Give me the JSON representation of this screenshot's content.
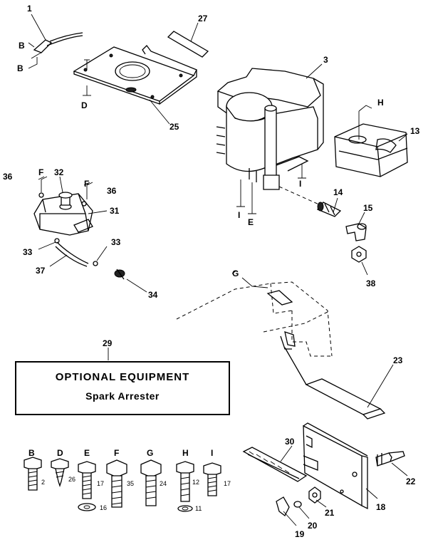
{
  "callouts": [
    "1",
    "27",
    "3",
    "25",
    "13",
    "36",
    "32",
    "36",
    "31",
    "33",
    "33",
    "37",
    "14",
    "15",
    "38",
    "34",
    "29",
    "23",
    "30",
    "22",
    "18",
    "21",
    "20",
    "19"
  ],
  "letters": [
    "B",
    "B",
    "D",
    "H",
    "F",
    "F",
    "E",
    "I",
    "I",
    "G"
  ],
  "box": {
    "line1": "OPTIONAL EQUIPMENT",
    "line2": "Spark Arrester"
  },
  "fasteners": [
    {
      "letter": "B",
      "qty": "2"
    },
    {
      "letter": "D",
      "qty": "26"
    },
    {
      "letter": "E",
      "qty": "17",
      "washer": "16"
    },
    {
      "letter": "F",
      "qty": "35"
    },
    {
      "letter": "G",
      "qty": "24"
    },
    {
      "letter": "H",
      "qty": "12",
      "washer": "11"
    },
    {
      "letter": "I",
      "qty": "17"
    }
  ]
}
